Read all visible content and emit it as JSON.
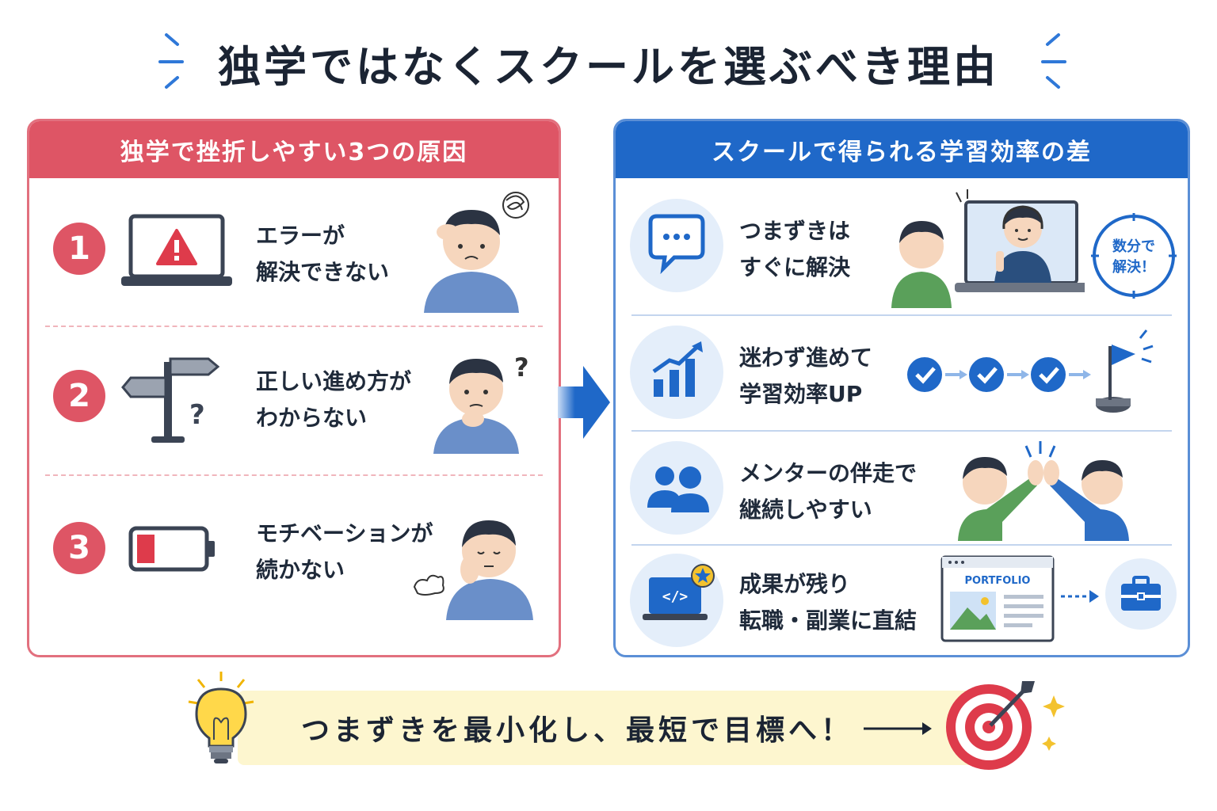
{
  "title": "独学ではなくスクールを選ぶべき理由",
  "left_panel": {
    "header": "独学で挫折しやすい3つの原因",
    "items": [
      {
        "number": "1",
        "line1": "エラーが",
        "line2": "解決できない"
      },
      {
        "number": "2",
        "line1": "正しい進め方が",
        "line2": "わからない"
      },
      {
        "number": "3",
        "line1": "モチベーションが",
        "line2": "続かない"
      }
    ]
  },
  "right_panel": {
    "header": "スクールで得られる学習効率の差",
    "items": [
      {
        "line1": "つまずきは",
        "line2": "すぐに解決",
        "badge_line1": "数分で",
        "badge_line2": "解決！"
      },
      {
        "line1": "迷わず進めて",
        "line2": "学習効率UP"
      },
      {
        "line1": "メンターの伴走で",
        "line2": "継続しやすい"
      },
      {
        "line1": "成果が残り",
        "line2": "転職・副業に直結",
        "portfolio_label": "PORTFOLIO"
      }
    ]
  },
  "footer": {
    "text": "つまずきを最小化し、最短で目標へ！"
  },
  "colors": {
    "red": "#de5565",
    "blue": "#1f68c8",
    "yellow": "#fdf6cf"
  }
}
